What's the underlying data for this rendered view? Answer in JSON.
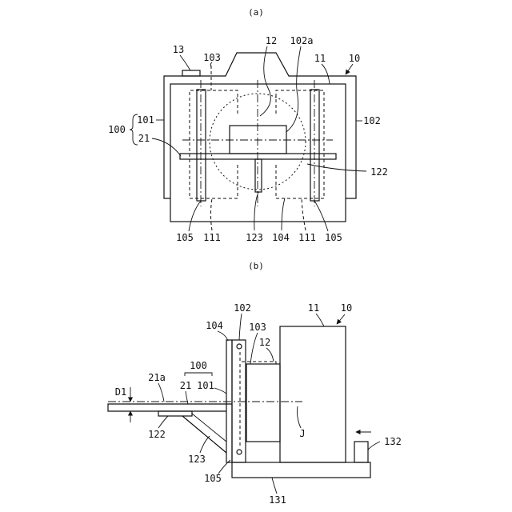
{
  "figure_a": {
    "caption": "(a)",
    "labels": {
      "n13": "13",
      "n103": "103",
      "n12": "12",
      "n102a": "102a",
      "n11": "11",
      "n10": "10",
      "n100": "100",
      "n101": "101",
      "n21": "21",
      "n102": "102",
      "n122": "122",
      "n105_left": "105",
      "n111_left": "111",
      "n123": "123",
      "n104": "104",
      "n111_right": "111",
      "n105_right": "105"
    }
  },
  "figure_b": {
    "caption": "(b)",
    "labels": {
      "n102": "102",
      "n11": "11",
      "n10": "10",
      "n104": "104",
      "n103": "103",
      "n12": "12",
      "n100": "100",
      "n21a": "21a",
      "n21": "21",
      "n101": "101",
      "nD1": "D1",
      "n122": "122",
      "n123": "123",
      "nJ": "J",
      "n132": "132",
      "n105": "105",
      "n131": "131"
    }
  }
}
